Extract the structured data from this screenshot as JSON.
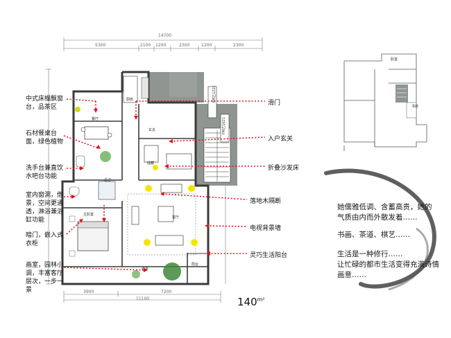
{
  "plan": {
    "dims_top": [
      "14700",
      "5300",
      "2100",
      "1200",
      "2300",
      "1200",
      "2300"
    ],
    "dims_bottom": [
      "3900",
      "7200",
      "11100"
    ],
    "area_text": "140",
    "area_unit": "m²",
    "rooms": [
      "餐厅",
      "厨房",
      "玄关",
      "客厅",
      "主卧室",
      "画室",
      "阳台",
      "主卫",
      "储藏"
    ],
    "stair_codes": [
      "FM乙1221",
      "FM乙1021"
    ]
  },
  "left_notes": [
    "中式床榻飘窗\n台，品茶区",
    "石材餐桌台\n面，绿色植物",
    "洗手台兼直饮\n水吧台功能",
    "室内窗洞，借\n景，空间更通\n透，淋浴兼浴\n缸功能",
    "暗门，嵌入式\n衣柜",
    "画室，园林小\n调，丰富客厅\n层次，一步一\n景"
  ],
  "right_labels": [
    "滑门",
    "入户玄关",
    "折叠沙发床",
    "落地木隔断",
    "电视背景墙",
    "灵巧生活阳台"
  ],
  "key_plan": {
    "labels": [
      "卧室",
      "书房"
    ]
  },
  "poem": {
    "line1": "她儒雅低调、含蓄高贵，她的\n气质由内而外散发着……",
    "line2": "书画、茶道、棋艺……",
    "line3": "生活是一种修行……\n让忙碌的都市生活变得充满诗情\n画意……"
  },
  "colors": {
    "wall": "#3a3a3a",
    "arrow": "#e0141c",
    "stair_bg": "#8f9691",
    "poem_ink": "#1a1a1a"
  }
}
